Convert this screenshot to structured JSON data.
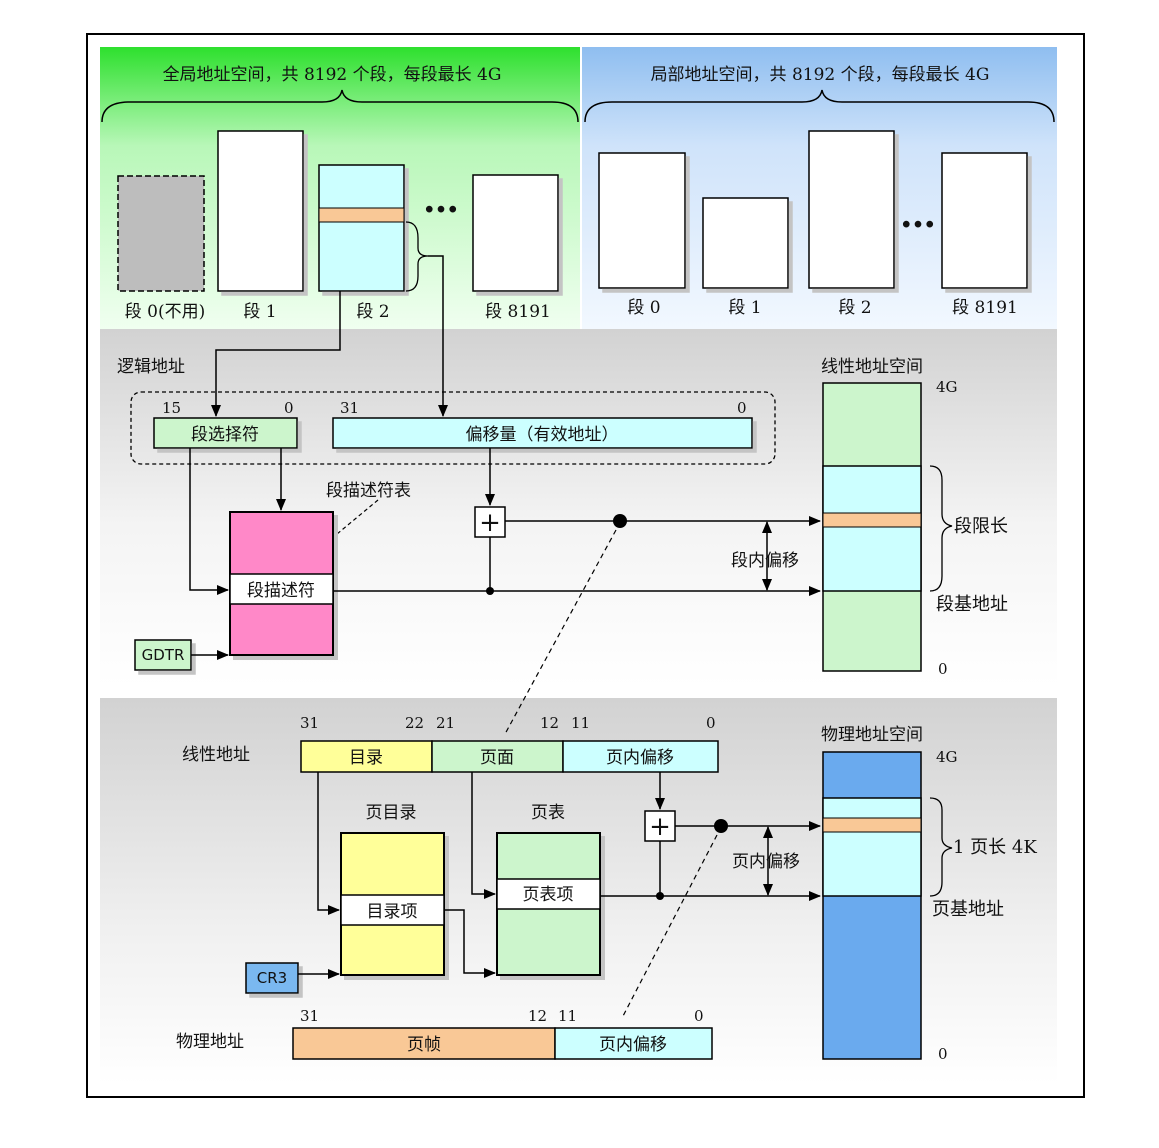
{
  "global_space": {
    "title": "全局地址空间，共 8192 个段，每段最长 4G",
    "seg0": "段 0(不用)",
    "seg1": "段 1",
    "seg2": "段 2",
    "seg_last": "段 8191",
    "dots": "…"
  },
  "local_space": {
    "title": "局部地址空间，共 8192 个段，每段最长 4G",
    "seg0": "段 0",
    "seg1": "段 1",
    "seg2": "段 2",
    "seg_last": "段 8191",
    "dots": "…"
  },
  "logical": {
    "label": "逻辑地址",
    "selector": "段选择符",
    "selector_hi": "15",
    "selector_lo": "0",
    "offset": "偏移量（有效地址）",
    "offset_hi": "31",
    "offset_lo": "0",
    "descriptor_table_label": "段描述符表",
    "descriptor": "段描述符",
    "gdtr": "GDTR",
    "intra_seg_offset": "段内偏移"
  },
  "linear_space": {
    "title": "线性地址空间",
    "top": "4G",
    "bottom": "0",
    "seg_limit": "段限长",
    "seg_base": "段基地址"
  },
  "linear_addr": {
    "label": "线性地址",
    "dir": "目录",
    "page": "页面",
    "offset": "页内偏移",
    "b31": "31",
    "b22": "22",
    "b21": "21",
    "b12": "12",
    "b11": "11",
    "b0": "0",
    "page_dir_label": "页目录",
    "page_table_label": "页表",
    "dir_entry": "目录项",
    "table_entry": "页表项",
    "cr3": "CR3",
    "intra_page_offset": "页内偏移"
  },
  "physical_space": {
    "title": "物理地址空间",
    "top": "4G",
    "bottom": "0",
    "page_len": "1 页长 4K",
    "page_base": "页基地址"
  },
  "physical_addr": {
    "label": "物理地址",
    "frame": "页帧",
    "offset": "页内偏移",
    "b31": "31",
    "b12": "12",
    "b11": "11",
    "b0": "0"
  },
  "colors": {
    "green_top": "#2ee02e",
    "blue_top": "#8fbef0",
    "gray": "#d6d6d6",
    "cyan": "#ccffff",
    "orange": "#f9c896",
    "pink": "#ff88c8",
    "light_green": "#ccf5cc",
    "yellow": "#ffff99",
    "phys_blue": "#6aaaee",
    "cr3_blue": "#7ab8f0"
  }
}
